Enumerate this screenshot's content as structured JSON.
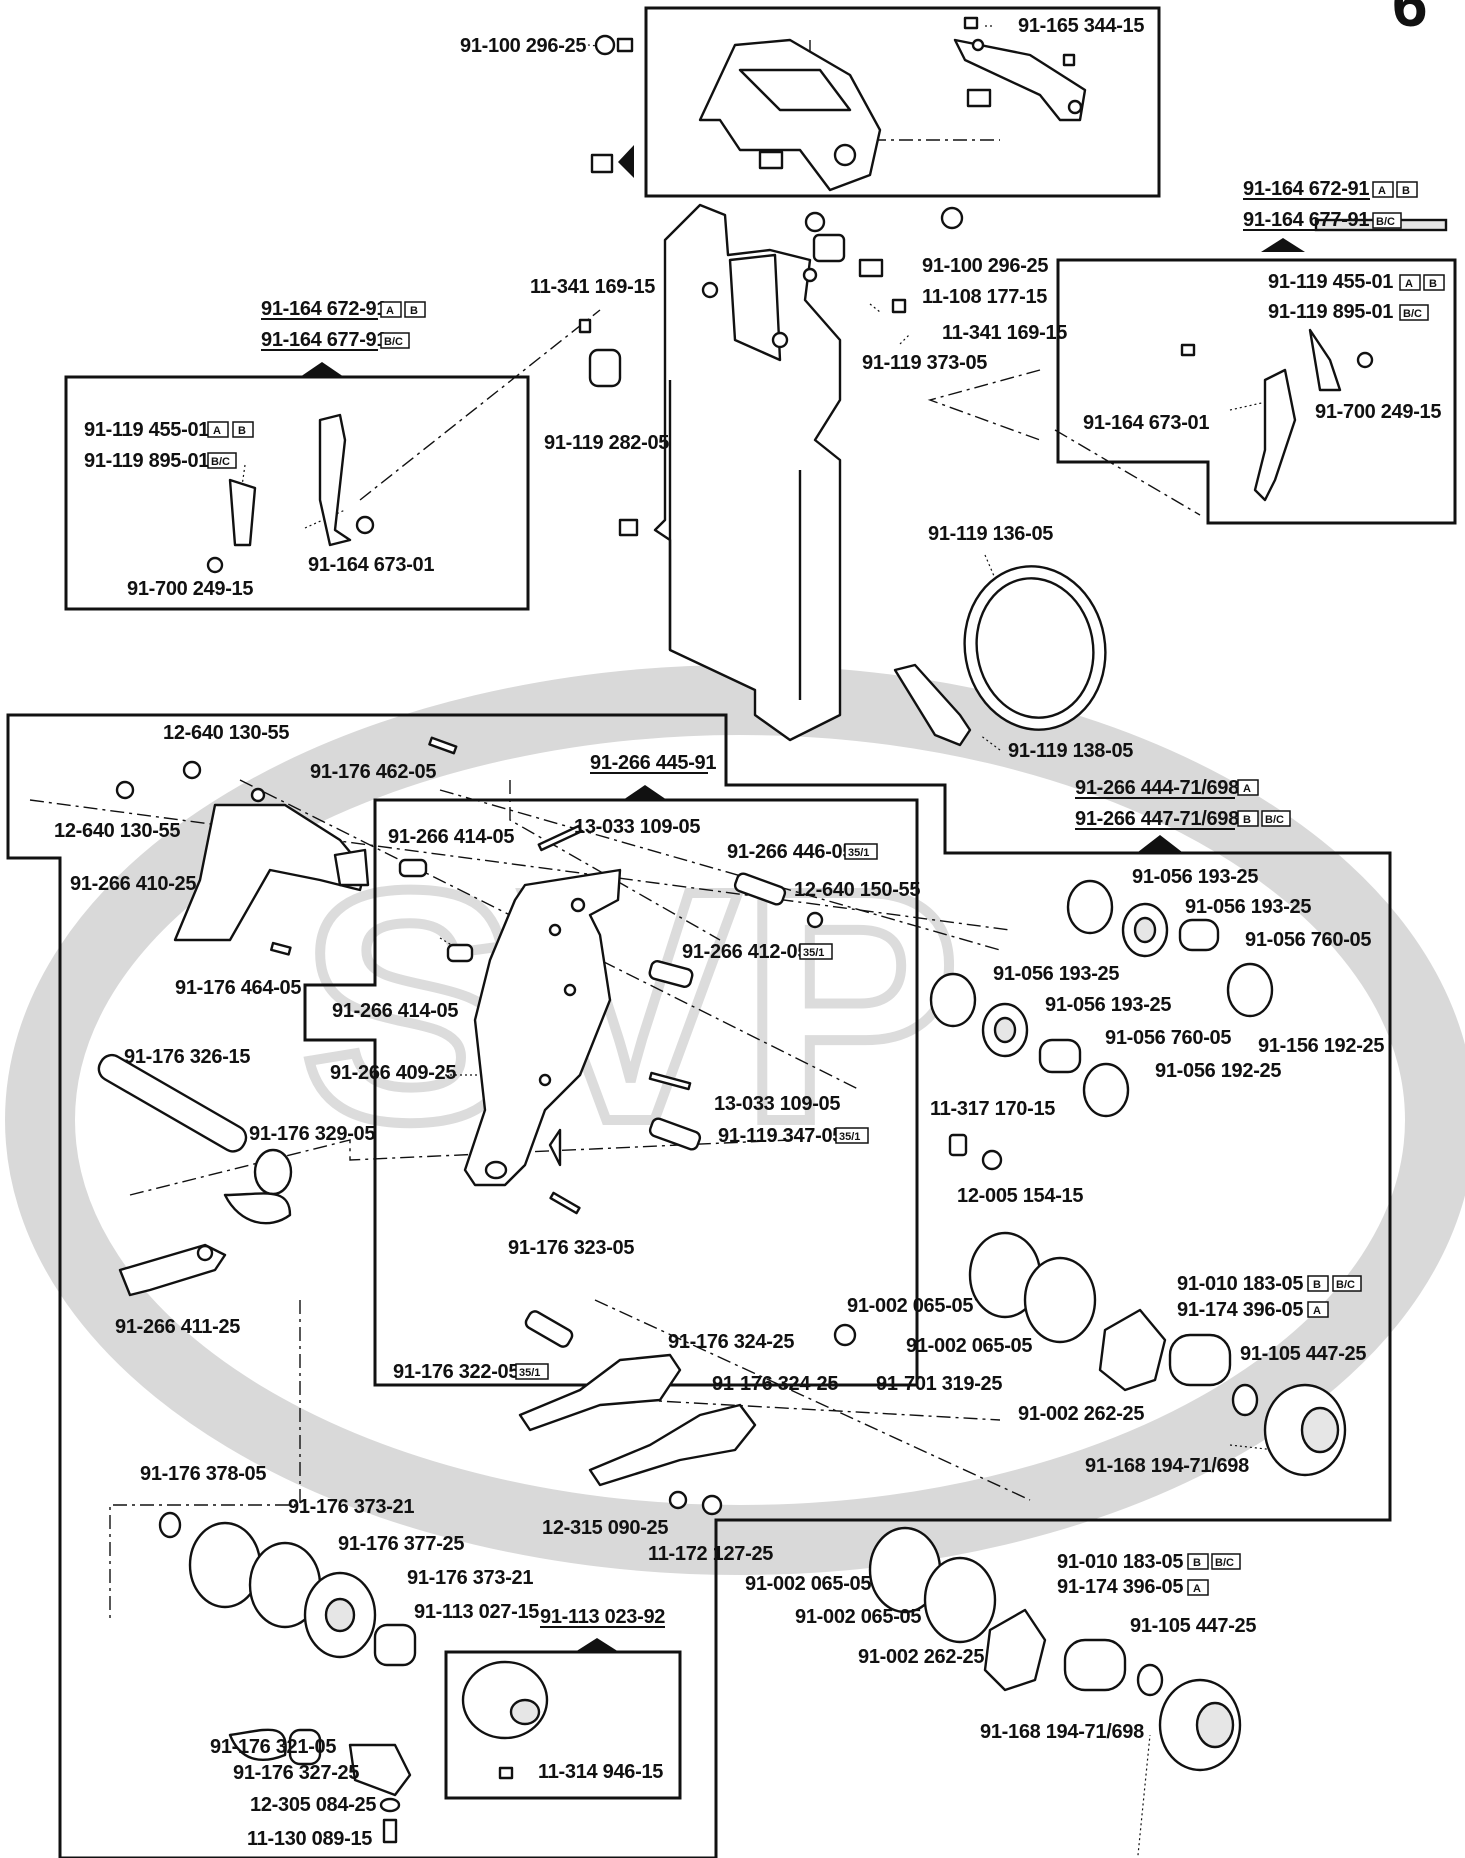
{
  "page_number_partial": "6",
  "colors": {
    "line": "#111111",
    "watermark": "#d9d9d9",
    "background": "#ffffff"
  },
  "icons": {
    "callout": "filled-triangle-arrow",
    "ref_box": "empty-square"
  },
  "labels": {
    "l1": "91-100 296-25",
    "l2": "91-165 344-15",
    "l3": "91-164 672-91",
    "l4": "91-164 677-91",
    "l5": "91-119 455-01",
    "l6": "91-119 895-01",
    "l7": "91-700 249-15",
    "l8": "91-164 673-01",
    "l9": "11-341 169-15",
    "l10": "91-100 296-25",
    "l11": "11-108 177-15",
    "l12": "11-341 169-15",
    "l13": "91-119 373-05",
    "l14": "91-119 282-05",
    "l15": "91-164 672-91",
    "l16": "91-164 677-91",
    "l17": "91-119 455-01",
    "l18": "91-119 895-01",
    "l19": "91-164 673-01",
    "l20": "91-700 249-15",
    "l21": "91-119 136-05",
    "l22": "91-119 138-05",
    "l23": "12-640 130-55",
    "l24": "91-176 462-05",
    "l25": "91-266 445-91",
    "l26": "12-640 130-55",
    "l27": "91-266 414-05",
    "l28": "13-033 109-05",
    "l29": "91-266 446-05",
    "l30": "12-640 150-55",
    "l31": "91-266 410-25",
    "l32": "91-266 412-05",
    "l33": "91-176 464-05",
    "l34": "91-266 414-05",
    "l35": "91-266 409-25",
    "l36": "91-176 326-15",
    "l37": "91-176 329-05",
    "l38": "13-033 109-05",
    "l39": "91-119 347-05",
    "l40": "91-176 323-05",
    "l41": "91-266 411-25",
    "l42": "91-176 322-05",
    "l43": "91-266 444-71/698",
    "l44": "91-266 447-71/698",
    "l45": "91-056 193-25",
    "l46": "91-056 193-25",
    "l47": "91-056 760-05",
    "l48": "91-056 193-25",
    "l49": "91-056 193-25",
    "l50": "91-156 192-25",
    "l51": "91-056 760-05",
    "l52": "91-056 192-25",
    "l53": "11-317 170-15",
    "l54": "12-005 154-15",
    "l55": "91-010 183-05",
    "l56": "91-174 396-05",
    "l57": "91-002 065-05",
    "l58": "91-105 447-25",
    "l59": "91-002 065-05",
    "l60": "91-701 319-25",
    "l61": "91-176 324-25",
    "l62": "91-002 262-25",
    "l63": "91-176 324-25",
    "l64": "91-168 194-71/698",
    "l65": "91-176 378-05",
    "l66": "91-176 373-21",
    "l67": "91-176 377-25",
    "l68": "12-315 090-25",
    "l69": "11-172 127-25",
    "l70": "91-176 373-21",
    "l71": "91-113 027-15",
    "l72": "91-113 023-92",
    "l73": "91-010 183-05",
    "l74": "91-174 396-05",
    "l75": "91-002 065-05",
    "l76": "91-105 447-25",
    "l77": "91-002 065-05",
    "l78": "91-002 262-25",
    "l79": "91-176 321-05",
    "l80": "91-176 327-25",
    "l81": "11-314 946-15",
    "l82": "91-168 194-71/698",
    "l83": "12-305 084-25",
    "l84": "11-130 089-15"
  },
  "badges": {
    "a": "A",
    "b": "B",
    "bc": "B/C",
    "s351": "35/1"
  }
}
